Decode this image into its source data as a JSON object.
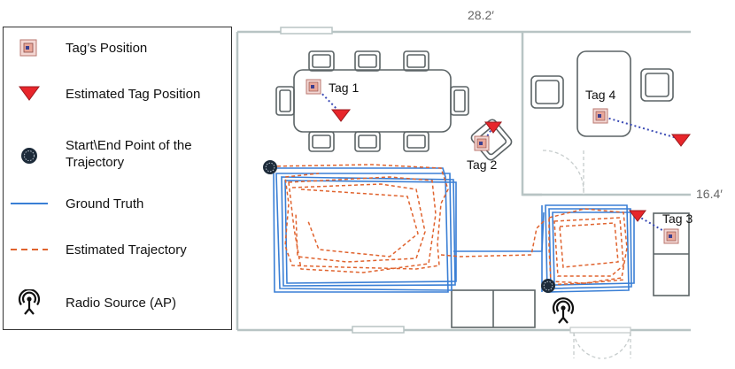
{
  "legend": {
    "items": [
      {
        "icon": "tag-icon",
        "label": "Tag’s Position"
      },
      {
        "icon": "estimated-tag-triangle-icon",
        "label": "Estimated Tag Position"
      },
      {
        "icon": "start-end-point-icon",
        "label": "Start\\End Point of the Trajectory"
      },
      {
        "icon": "ground-truth-line-icon",
        "label": "Ground Truth"
      },
      {
        "icon": "estimated-trajectory-line-icon",
        "label": "Estimated Trajectory"
      },
      {
        "icon": "radio-source-icon",
        "label": "Radio Source (AP)"
      }
    ]
  },
  "floorplan": {
    "width_label": "28.2′",
    "height_label": "16.4′",
    "tags": [
      "Tag 1",
      "Tag 2",
      "Tag 3",
      "Tag 4"
    ]
  },
  "colors": {
    "ground_truth": "#3a7fd5",
    "estimated": "#e0632e",
    "estimated_tag": "#e8262b",
    "wall": "#b8c4c4",
    "furniture": "#5c6466",
    "start_point": "#1d2b3a"
  }
}
